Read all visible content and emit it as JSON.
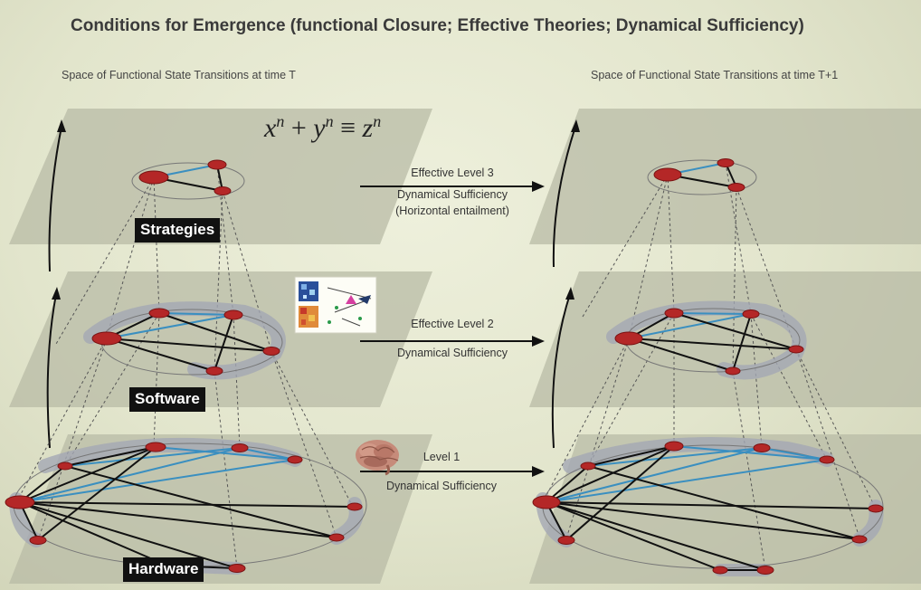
{
  "slide": {
    "title": "Conditions for Emergence (functional Closure; Effective Theories; Dynamical Sufficiency)"
  },
  "panels": {
    "left_label": "Space of Functional State Transitions at time T",
    "right_label": "Space of Functional State Transitions at time T+1"
  },
  "equation": {
    "x": "x",
    "y": "y",
    "z": "z",
    "n": "n",
    "plus": "+",
    "equiv": "≡"
  },
  "layers": {
    "strategies": "Strategies",
    "software": "Software",
    "hardware": "Hardware"
  },
  "levels": [
    {
      "name": "Effective Level 3",
      "line2": "Dynamical Sufficiency",
      "line3": "(Horizontal entailment)"
    },
    {
      "name": "Effective Level 2",
      "line2": "Dynamical Sufficiency"
    },
    {
      "name": "Level 1",
      "line2": "Dynamical Sufficiency"
    }
  ],
  "colors": {
    "node": "#b42727",
    "edge_black": "#111111",
    "edge_blue": "#3a8fc0",
    "plane": "#b8bba6",
    "highlight": "#a4a8b4"
  },
  "icons": {
    "brain": "brain-icon",
    "matrix": "adjacency-matrix-icon"
  }
}
